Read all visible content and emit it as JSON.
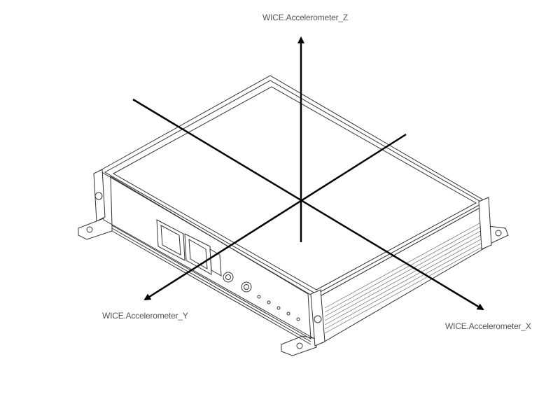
{
  "diagram": {
    "title": "",
    "subject": "WICE device isometric line drawing with accelerometer axes",
    "axes": {
      "z": {
        "label": "WICE.Accelerometer_Z"
      },
      "y": {
        "label": "WICE.Accelerometer_Y"
      },
      "x": {
        "label": "WICE.Accelerometer_X"
      }
    },
    "colors": {
      "axis": "#000000",
      "label": "#555555",
      "outline": "#333333",
      "background": "#ffffff"
    }
  }
}
